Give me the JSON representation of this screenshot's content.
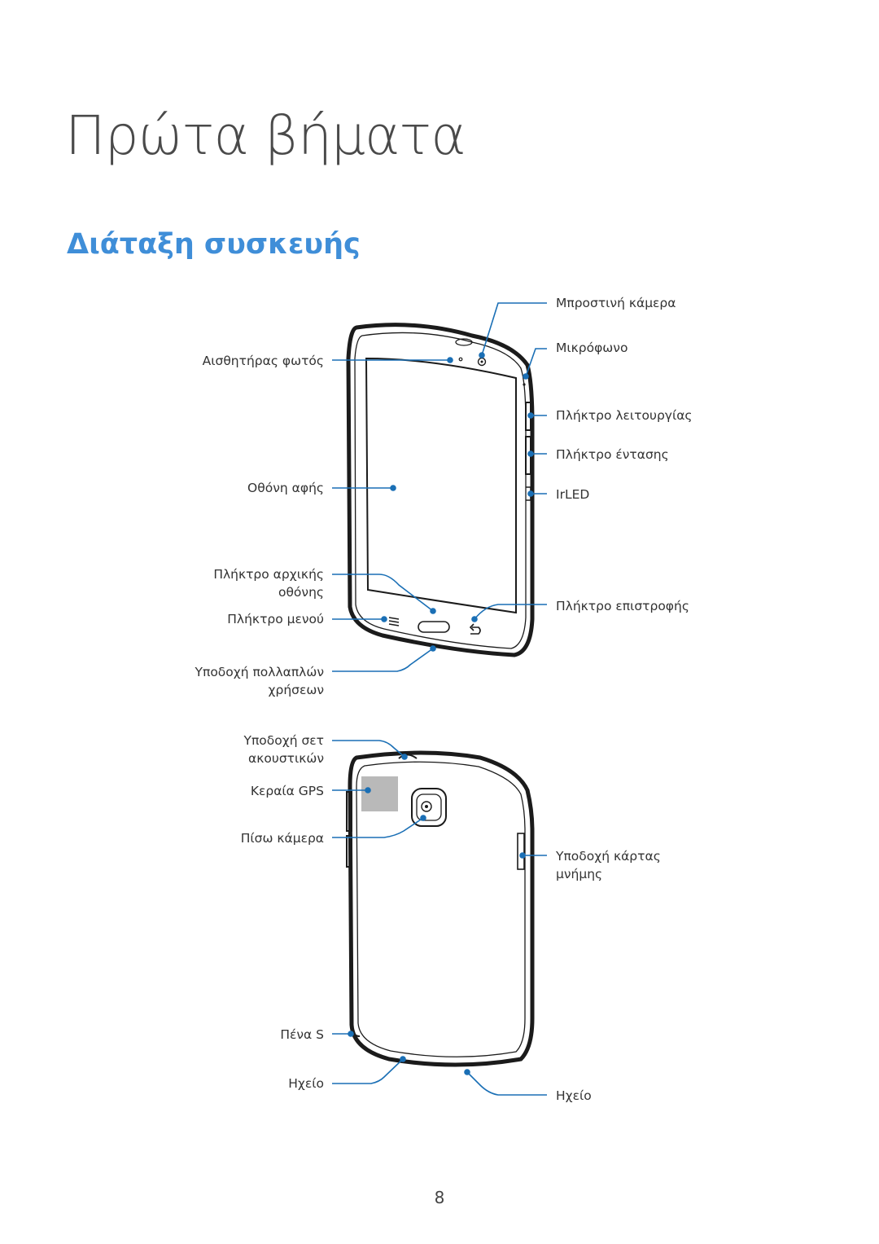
{
  "chapter_title": "Πρώτα βήματα",
  "section_title": "Διάταξη συσκευής",
  "front_labels": {
    "front_camera": "Μπροστινή κάμερα",
    "microphone": "Μικρόφωνο",
    "light_sensor": "Αισθητήρας φωτός",
    "power_key": "Πλήκτρο λειτουργίας",
    "volume_key": "Πλήκτρο έντασης",
    "touch_screen": "Οθόνη αφής",
    "irled": "IrLED",
    "home_key_line1": "Πλήκτρο αρχικής",
    "home_key_line2": "οθόνης",
    "back_key": "Πλήκτρο επιστροφής",
    "menu_key": "Πλήκτρο μενού",
    "multipurpose_jack_line1": "Υποδοχή πολλαπλών",
    "multipurpose_jack_line2": "χρήσεων"
  },
  "back_labels": {
    "headset_jack_line1": "Υποδοχή σετ",
    "headset_jack_line2": "ακουστικών",
    "gps_antenna": "Κεραία GPS",
    "rear_camera": "Πίσω κάμερα",
    "memory_card_slot_line1": "Υποδοχή κάρτας",
    "memory_card_slot_line2": "μνήμης",
    "s_pen": "Πένα S",
    "speaker_left": "Ηχείο",
    "speaker_right": "Ηχείο"
  },
  "page_number": "8",
  "colors": {
    "callout": "#1a6fb5",
    "section_title": "#3f8ed8",
    "gps_patch": "#b9b9b9"
  }
}
